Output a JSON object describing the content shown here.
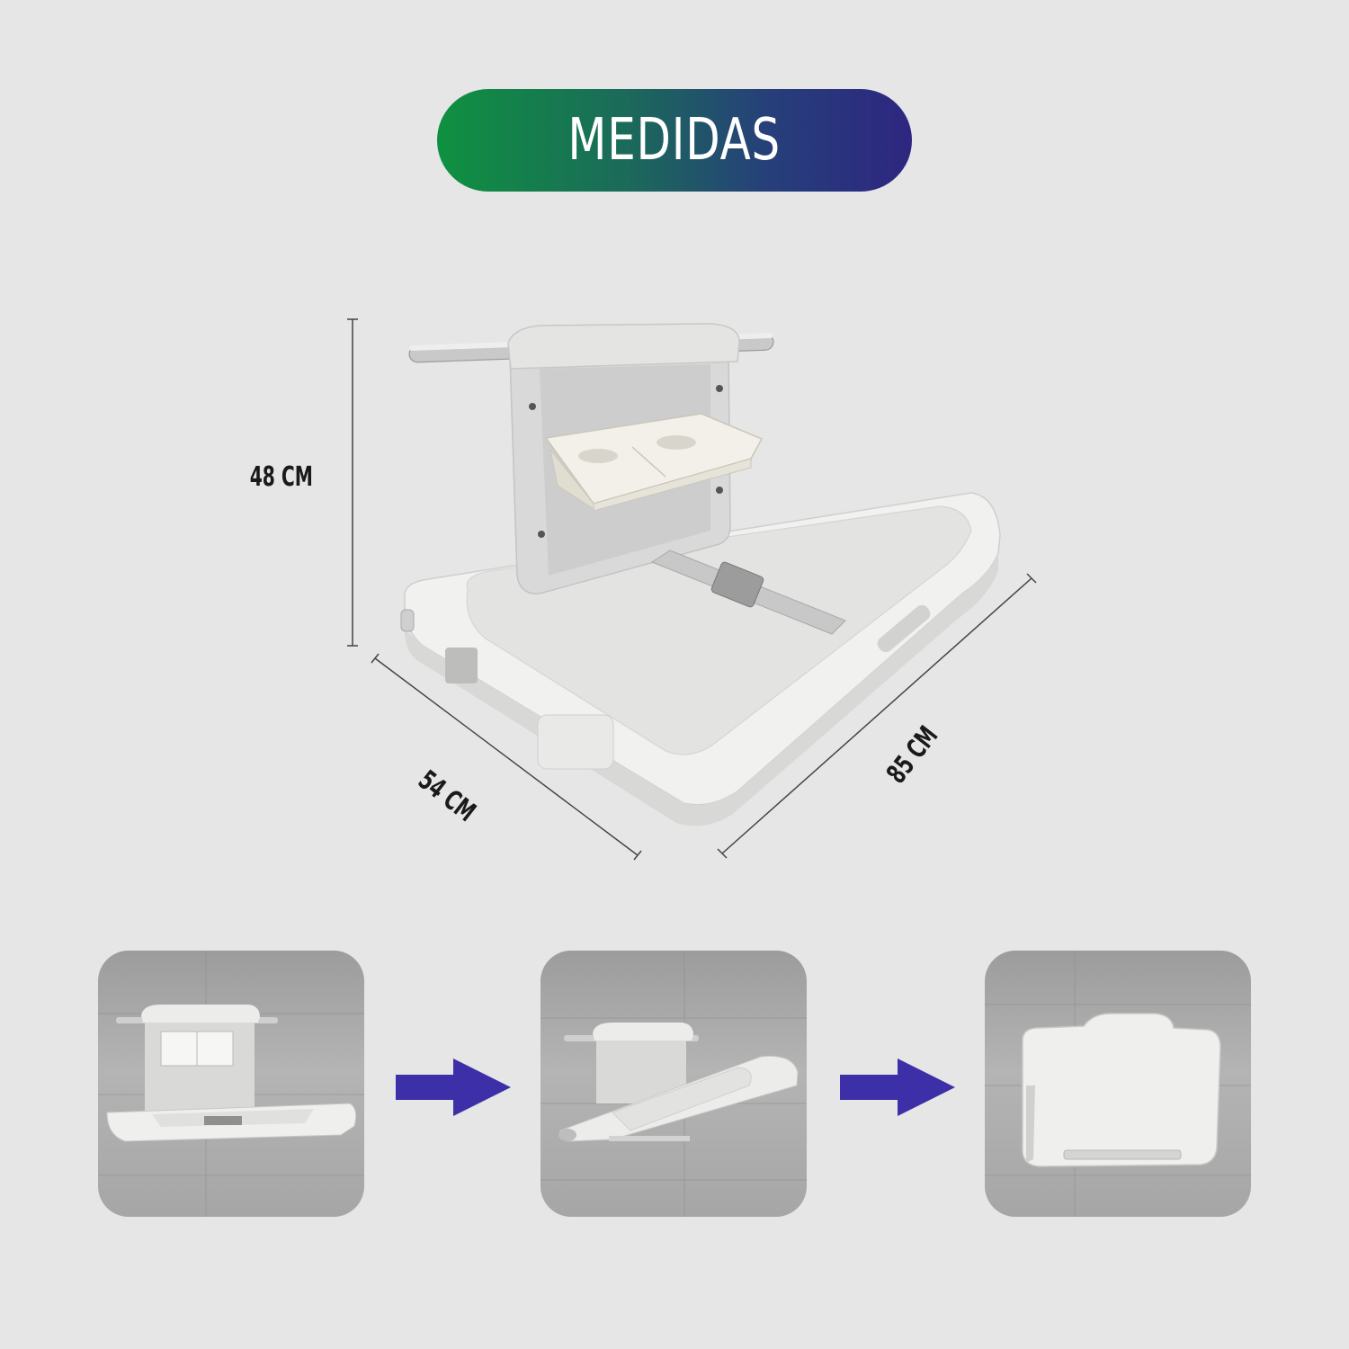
{
  "header": {
    "title": "MEDIDAS"
  },
  "dimensions": {
    "height_label": "48 CM",
    "depth_label": "54 CM",
    "width_label": "85 CM"
  },
  "colors": {
    "title_gradient_start": "#0f9140",
    "title_gradient_end": "#2e2680",
    "arrow": "#3d2fa8",
    "background": "#e6e6e6"
  },
  "steps": [
    {
      "icon": "changing-table-open-thumbnail"
    },
    {
      "icon": "changing-table-folding-thumbnail"
    },
    {
      "icon": "changing-table-closed-thumbnail"
    }
  ],
  "arrows": [
    "right-arrow-icon",
    "right-arrow-icon"
  ]
}
